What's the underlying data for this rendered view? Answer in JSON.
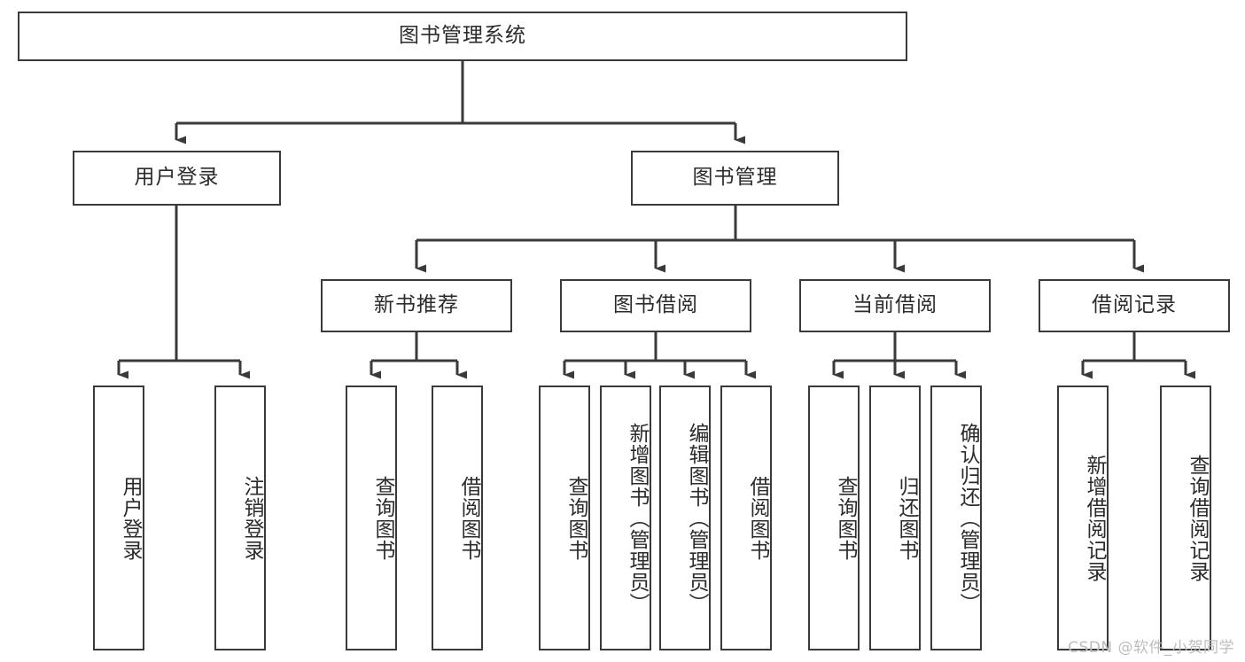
{
  "diagram": {
    "title": "图书管理系统",
    "watermark": "CSDN @软件_小贺同学",
    "line_color": "#3a3a3a",
    "box_fill": "#ffffff",
    "text_color": "#2b2b2b",
    "watermark_color": "#bdbdbd",
    "root": {
      "label": "图书管理系统"
    },
    "level2": [
      {
        "label": "用户登录"
      },
      {
        "label": "图书管理"
      }
    ],
    "level3": [
      {
        "label": "新书推荐"
      },
      {
        "label": "图书借阅"
      },
      {
        "label": "当前借阅"
      },
      {
        "label": "借阅记录"
      }
    ],
    "leaves": {
      "user_login": [
        {
          "label": "用户登录"
        },
        {
          "label": "注销登录"
        }
      ],
      "new_book_recommend": [
        {
          "label": "查询图书"
        },
        {
          "label": "借阅图书"
        }
      ],
      "book_borrow": [
        {
          "label": "查询图书"
        },
        {
          "label": "新增图书（管理员）"
        },
        {
          "label": "编辑图书（管理员）"
        },
        {
          "label": "借阅图书"
        }
      ],
      "current_borrow": [
        {
          "label": "查询图书"
        },
        {
          "label": "归还图书"
        },
        {
          "label": "确认归还（管理员）"
        }
      ],
      "borrow_record": [
        {
          "label": "新增借阅记录"
        },
        {
          "label": "查询借阅记录"
        }
      ]
    }
  }
}
